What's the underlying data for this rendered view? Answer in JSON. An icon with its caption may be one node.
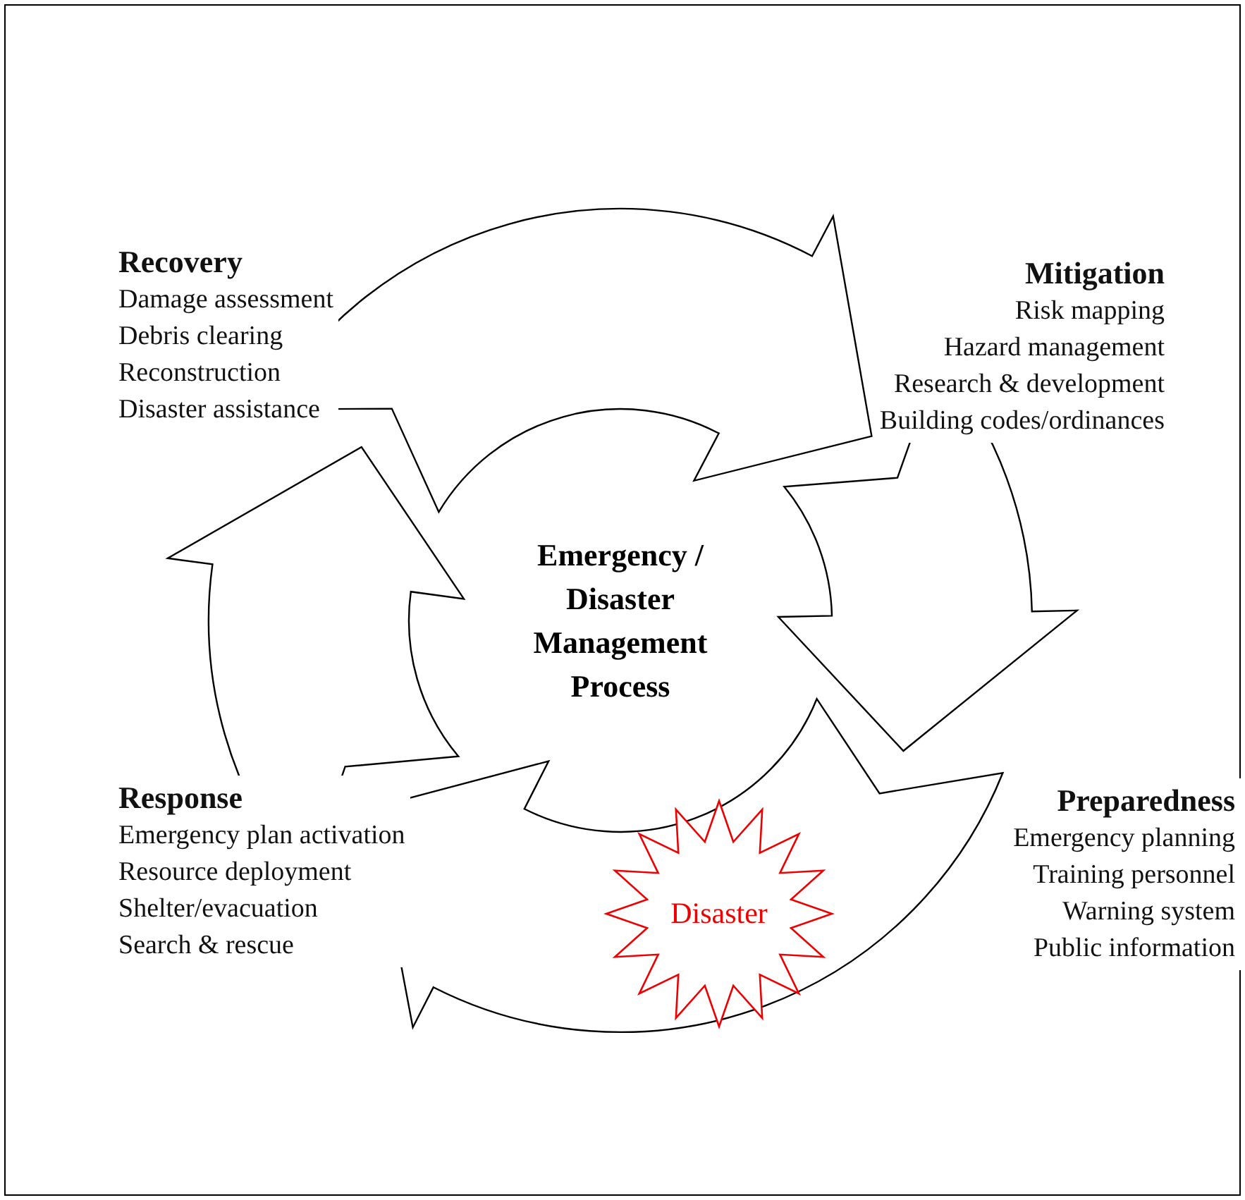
{
  "diagram": {
    "nodes": [
      {
        "text": [
          "Emergency / Disaster Management Process"
        ]
      },
      {
        "text": [
          "Recovery",
          "Damage assessment",
          "Debris clearing",
          "Reconstruction",
          "Disaster assistance"
        ]
      },
      {
        "text": [
          "Mitigation",
          "Risk mapping",
          "Hazard management",
          "Research & development",
          "Building codes/ordinances"
        ]
      },
      {
        "text": [
          "Preparedness",
          "Emergency planning",
          "Training personnel",
          "Warning system",
          "Public information"
        ]
      },
      {
        "text": [
          "Response",
          "Emergency plan activation",
          "Resource deployment",
          "Shelter/evacuation",
          "Search & rescue"
        ]
      },
      {
        "text": [
          "Disaster"
        ]
      }
    ],
    "edges": [
      {
        "from": 1,
        "to": 2,
        "arrow": "to"
      },
      {
        "from": 2,
        "to": 3,
        "arrow": "to"
      },
      {
        "from": 3,
        "to": 4,
        "arrow": "to"
      },
      {
        "from": 4,
        "to": 1,
        "arrow": "to"
      }
    ]
  }
}
